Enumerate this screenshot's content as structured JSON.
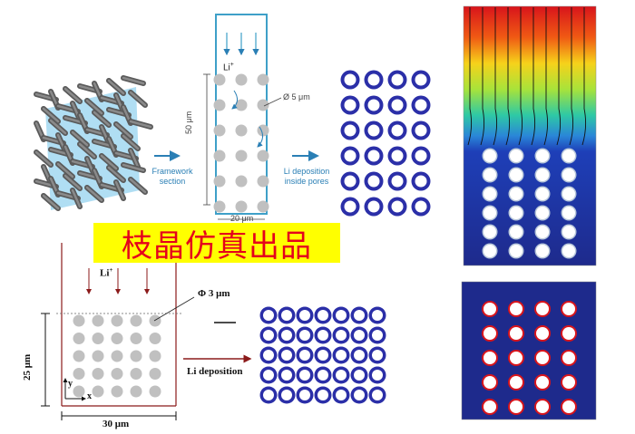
{
  "top_diagram": {
    "ion_label": "Li",
    "ion_charge": "+",
    "pore_label": "Ø 5 μm",
    "height_label": "50 μm",
    "width_label": "20 μm",
    "framework_label": [
      "Framework",
      "section"
    ],
    "deposition_label": [
      "Li deposition",
      "inside pores"
    ]
  },
  "watermark": "枝晶仿真出品",
  "bottom_diagram": {
    "ion_label": "Li",
    "ion_charge": "+",
    "pore_label": "Φ 3 μm",
    "height_label": "25 μm",
    "width_label": "30 μm",
    "axis_y": "y",
    "axis_x": "x",
    "deposition_label": "Li deposition"
  },
  "colors": {
    "arrow_blue": "#2a7fb5",
    "grey_pillar": "#c0c0c0",
    "deposit_blue": "#2b2fa8",
    "field_background": "#1e2a8c",
    "watermark_bg": "#ffff00",
    "watermark_text": "#e5001c"
  }
}
